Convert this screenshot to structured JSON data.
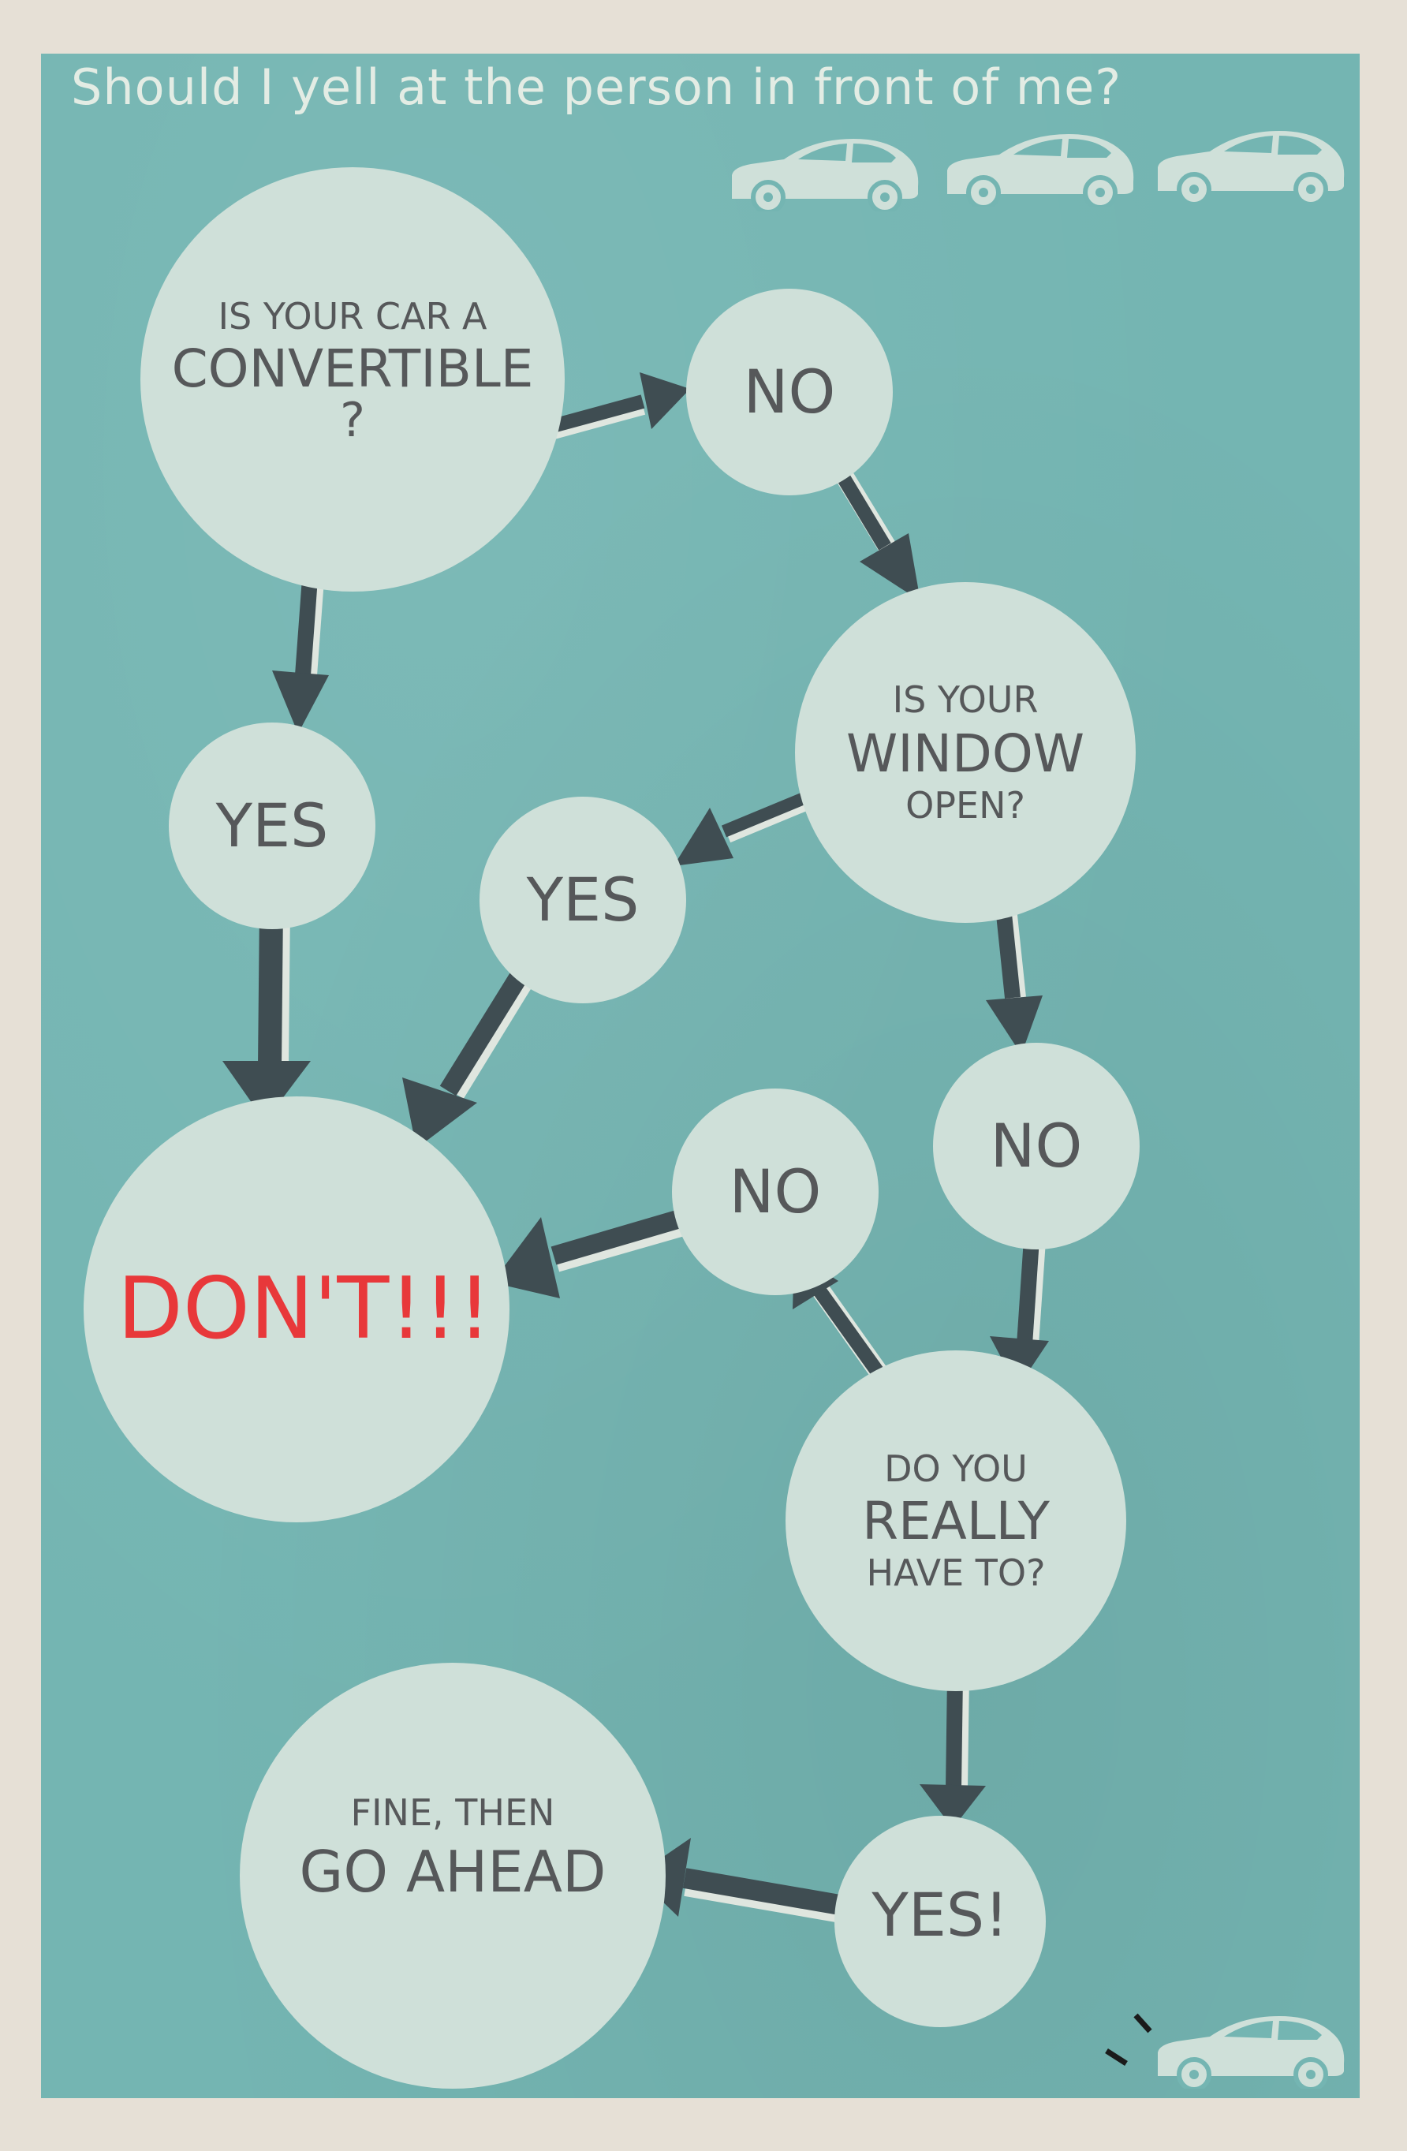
{
  "title": "Should I yell at the person in front of me?",
  "nodes": {
    "convertible": {
      "line1": "IS YOUR CAR  A",
      "line2": "CONVERTIBLE",
      "line3": "?"
    },
    "no1": {
      "text": "NO"
    },
    "window": {
      "line1": "IS YOUR",
      "line2": "WINDOW",
      "line3": "OPEN?"
    },
    "yes1": {
      "text": "YES"
    },
    "yes2": {
      "text": "YES"
    },
    "no2": {
      "text": "NO"
    },
    "no3": {
      "text": "NO"
    },
    "dont": {
      "text": "DON'T!!!"
    },
    "really": {
      "line1": "DO YOU",
      "line2": "REALLY",
      "line3": "HAVE TO?"
    },
    "yes3": {
      "text": "YES!"
    },
    "fine": {
      "line1": "FINE, THEN",
      "line2": "GO AHEAD"
    }
  },
  "colors": {
    "background": "#74b5b2",
    "circle": "#cfe0d9",
    "text": "#56585a",
    "arrow": "#3f4d52",
    "dont_text": "#e8383a"
  },
  "icons": [
    "car-icon",
    "car-icon",
    "car-icon",
    "car-icon",
    "honk-lines-icon"
  ]
}
